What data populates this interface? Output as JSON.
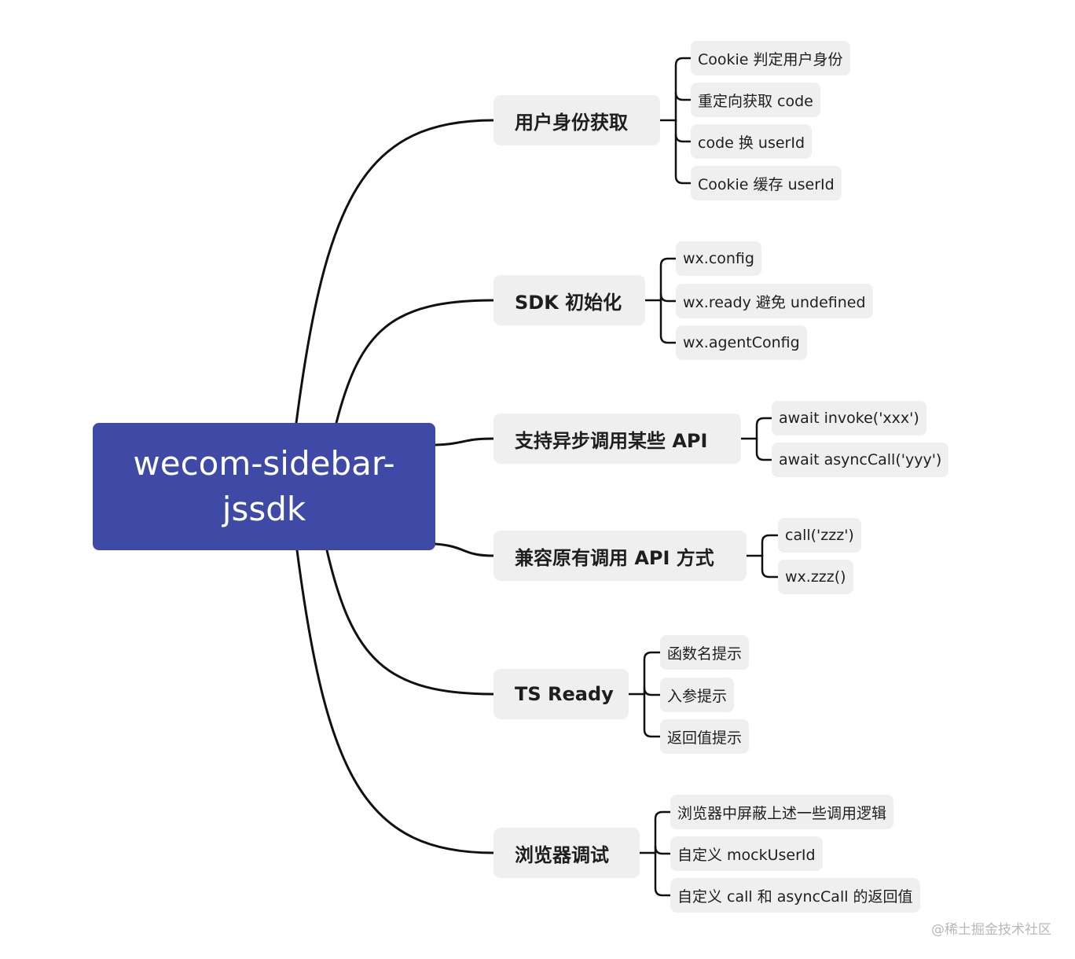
{
  "root": {
    "label": "wecom-sidebar-jssdk",
    "line1": "wecom-sidebar-",
    "line2": "jssdk",
    "color": "#3e4aa5"
  },
  "branches": [
    {
      "label": "用户身份获取",
      "children": [
        "Cookie 判定用户身份",
        "重定向获取 code",
        "code 换 userId",
        "Cookie 缓存 userId"
      ]
    },
    {
      "label": "SDK 初始化",
      "children": [
        "wx.config",
        "wx.ready 避免 undefined",
        "wx.agentConfig"
      ]
    },
    {
      "label": "支持异步调用某些 API",
      "children": [
        "await invoke('xxx')",
        "await asyncCall('yyy')"
      ]
    },
    {
      "label": "兼容原有调用 API 方式",
      "children": [
        "call('zzz')",
        "wx.zzz()"
      ]
    },
    {
      "label": "TS Ready",
      "children": [
        "函数名提示",
        "入参提示",
        "返回值提示"
      ]
    },
    {
      "label": "浏览器调试",
      "children": [
        "浏览器中屏蔽上述一些调用逻辑",
        "自定义 mockUserId",
        "自定义 call 和 asyncCall 的返回值"
      ]
    }
  ],
  "watermark": "@稀土掘金技术社区",
  "colors": {
    "line": "#111111",
    "node_bg": "#efefef",
    "root_bg": "#3e4aa5",
    "root_text": "#ffffff"
  }
}
